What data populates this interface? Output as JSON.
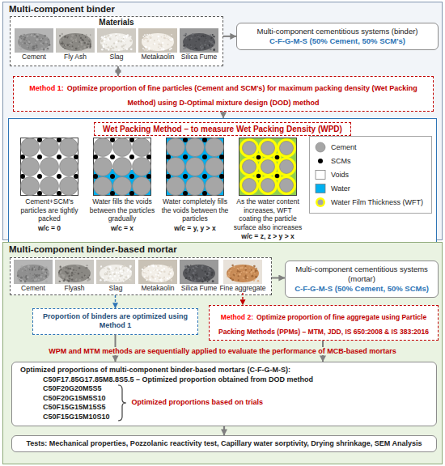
{
  "diagram": {
    "nodes": [
      {
        "text": [
          "Multi-component binder"
        ]
      },
      {
        "text": [
          "Materials"
        ],
        "in": 0
      },
      {
        "text": [
          "Cement"
        ],
        "in": 1
      },
      {
        "text": [
          "Fly Ash"
        ],
        "in": 1
      },
      {
        "text": [
          "Slag"
        ],
        "in": 1
      },
      {
        "text": [
          "Metakaolin"
        ],
        "in": 1
      },
      {
        "text": [
          "Silica Fume"
        ],
        "in": 1
      },
      {
        "text": [
          "Multi-component cementitious systems (binder)",
          "C-F-G-M-S (50% Cement, 50% SCM's)"
        ],
        "in": 0
      },
      {
        "text": [
          "Method 1:",
          "Optimize proportion of fine particles (Cement and SCM's) for maximum packing density (Wet Packing Method) using D-Optimal mixture design (DOD) method"
        ],
        "in": 0
      },
      {
        "text": [
          "Wet Packing Method – to measure Wet Packing Density (WPD)"
        ],
        "in": 0
      },
      {
        "text": [
          "Cement+SCM's particles are tightly packed",
          "w/c = 0"
        ],
        "in": 9
      },
      {
        "text": [
          "Water fills the voids between the particles gradually",
          "w/c = x"
        ],
        "in": 9
      },
      {
        "text": [
          "Water completely fills the voids between the particles",
          "w/c = y, y > x"
        ],
        "in": 9
      },
      {
        "text": [
          "As the water content increases, WFT coating the particle surface also increases",
          "w/c = z, z > y > x"
        ],
        "in": 9
      },
      {
        "text": [
          "Multi-component binder-based mortar"
        ]
      },
      {
        "text": [],
        "in": 14
      },
      {
        "text": [
          "Cement"
        ],
        "in": 15
      },
      {
        "text": [
          "Flyash"
        ],
        "in": 15
      },
      {
        "text": [
          "Slag"
        ],
        "in": 15
      },
      {
        "text": [
          "Metakaolin"
        ],
        "in": 15
      },
      {
        "text": [
          "Silica Fume"
        ],
        "in": 15
      },
      {
        "text": [
          "Fine aggregate"
        ],
        "in": 15
      },
      {
        "text": [
          "Multi-component cementitious systems (mortar)",
          "C-F-G-M-S (50% Cement, 50% SCMs)"
        ],
        "in": 14
      },
      {
        "text": [
          "Proportion of binders are optimized using Method 1"
        ],
        "in": 14
      },
      {
        "text": [
          "Method 2:",
          "Optimize proportion of fine aggregate using Particle Packing Methods (PPMs) – MTM, JDD, IS 650:2008 & IS 383:2016"
        ],
        "in": 14
      },
      {
        "text": [
          "Optimized proportions of multi-component binder-based mortars (C-F-G-M-S):",
          "C50F17.85G17.85M8.8S5.5 – Optimized proportion obtained from DOD method",
          "C50F20G20M5S5",
          "C50F20G15M5S10",
          "C50F15G15M15S5",
          "C50F15G15M10S10",
          "Optimized proportions based on trials"
        ],
        "in": 14
      },
      {
        "text": [
          "Tests: Mechanical properties, Pozzolanic reactivity test, Capillary water sorptivity, Drying shrinkage, SEM Analysis"
        ],
        "in": 14
      }
    ],
    "edges": [
      {
        "from": 1,
        "to": 7,
        "arrow": "to"
      },
      {
        "from": 1,
        "to": 8,
        "arrow": "both"
      },
      {
        "from": 8,
        "to": 9,
        "arrow": "to"
      },
      {
        "from": 15,
        "to": 22,
        "arrow": "to"
      },
      {
        "from": 15,
        "to": 23,
        "arrow": "to"
      },
      {
        "from": 21,
        "to": 24,
        "arrow": "to"
      },
      {
        "from": 23,
        "to": 25,
        "arrow": "to"
      },
      {
        "from": 24,
        "to": 25,
        "arrow": "to"
      },
      {
        "from": 25,
        "to": 26,
        "arrow": "to"
      }
    ],
    "labels": [
      "WPM and MTM methods are sequentially applied to evaluate the performance of MCB-based mortars"
    ],
    "legend": [
      {
        "text": "Cement",
        "color": "#a6a6a6"
      },
      {
        "text": "SCMs",
        "color": "#000000"
      },
      {
        "text": "Voids",
        "color": "#ffffff"
      },
      {
        "text": "Water",
        "color": "#00b0f0"
      },
      {
        "text": "Water Film Thickness (WFT)",
        "color": "#ffff00"
      }
    ]
  }
}
